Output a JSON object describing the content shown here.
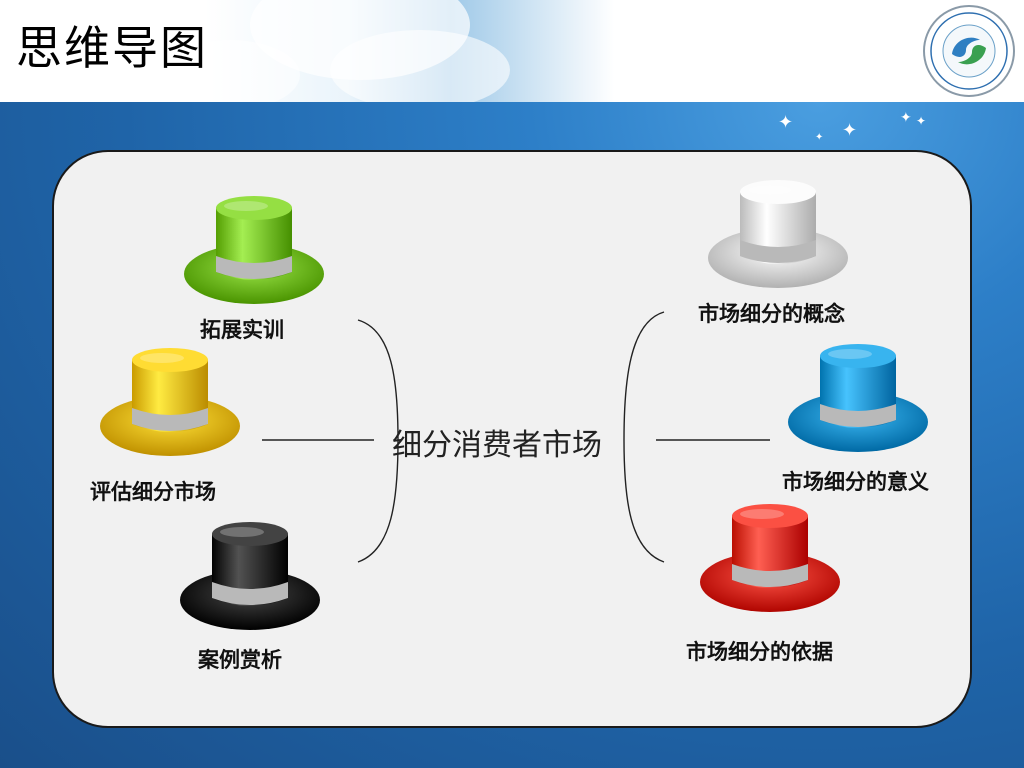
{
  "slide": {
    "title": "思维导图",
    "center_topic": "细分消费者市场",
    "left_branches": [
      {
        "label": "拓展实训",
        "hat_color": "#7cc62a"
      },
      {
        "label": "评估细分市场",
        "hat_color": "#f2c31a"
      },
      {
        "label": "案例赏析",
        "hat_color": "#2a2a2a"
      }
    ],
    "right_branches": [
      {
        "label": "市场细分的概念",
        "hat_color": "#e3e3e3"
      },
      {
        "label": "市场细分的意义",
        "hat_color": "#1f9bd6"
      },
      {
        "label": "市场细分的依据",
        "hat_color": "#e2372a"
      }
    ]
  },
  "colors": {
    "background_blue": "#1e63a6",
    "panel": "#f1f1f1",
    "hat_band": "#b9b9b9"
  },
  "icons": {
    "logo": "institute-emblem-icon",
    "hats": "top-hat-icon"
  }
}
